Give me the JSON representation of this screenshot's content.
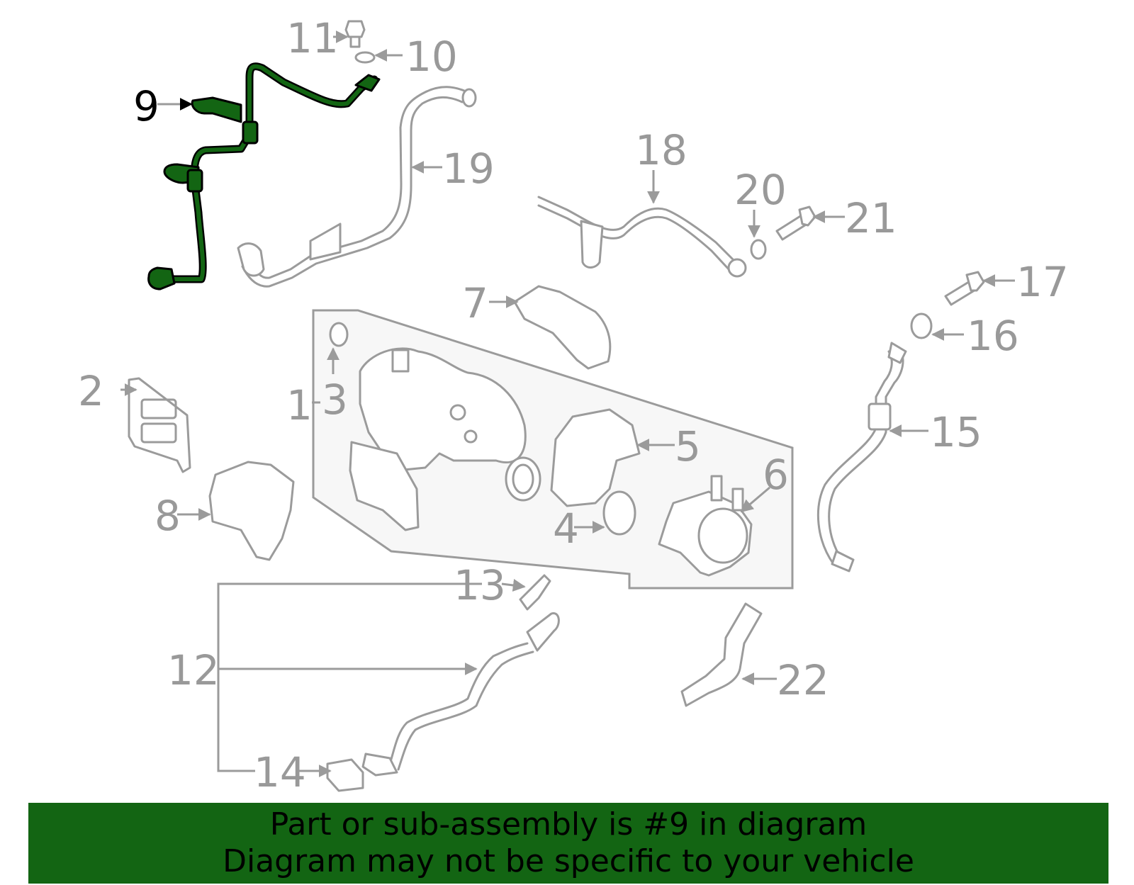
{
  "diagram": {
    "callouts": [
      "1",
      "2",
      "3",
      "4",
      "5",
      "6",
      "7",
      "8",
      "9",
      "10",
      "11",
      "12",
      "13",
      "14",
      "15",
      "16",
      "17",
      "18",
      "19",
      "20",
      "21",
      "22"
    ],
    "highlighted_part": "9"
  },
  "banner": {
    "line1": "Part or sub-assembly is #9 in diagram",
    "line2": "Diagram may not be specific to your vehicle",
    "color": "#136513"
  },
  "colors": {
    "line": "#9b9b9b",
    "highlight": "#136513",
    "panel": "#f7f7f7"
  }
}
